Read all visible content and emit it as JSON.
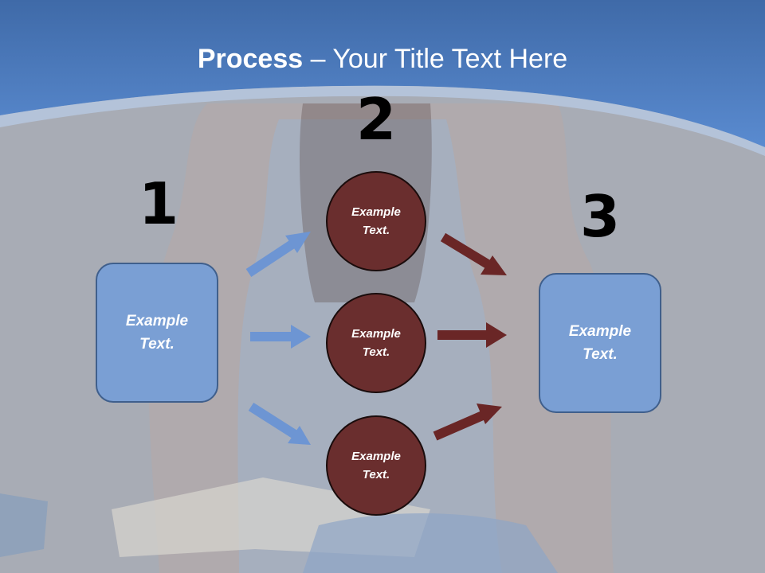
{
  "title": {
    "bold": "Process",
    "rest": " – Your Title Text Here"
  },
  "steps": [
    {
      "number": "1",
      "text": "Example Text."
    },
    {
      "number": "2",
      "items": [
        "Example Text.",
        "Example Text.",
        "Example Text."
      ]
    },
    {
      "number": "3",
      "text": "Example Text."
    }
  ],
  "colors": {
    "header_blue": "#4a7cc0",
    "box_fill": "#7a9fd4",
    "circle_fill": "#6a2e2e",
    "arrow_blue": "#6d95d3",
    "arrow_maroon": "#6a2626"
  }
}
